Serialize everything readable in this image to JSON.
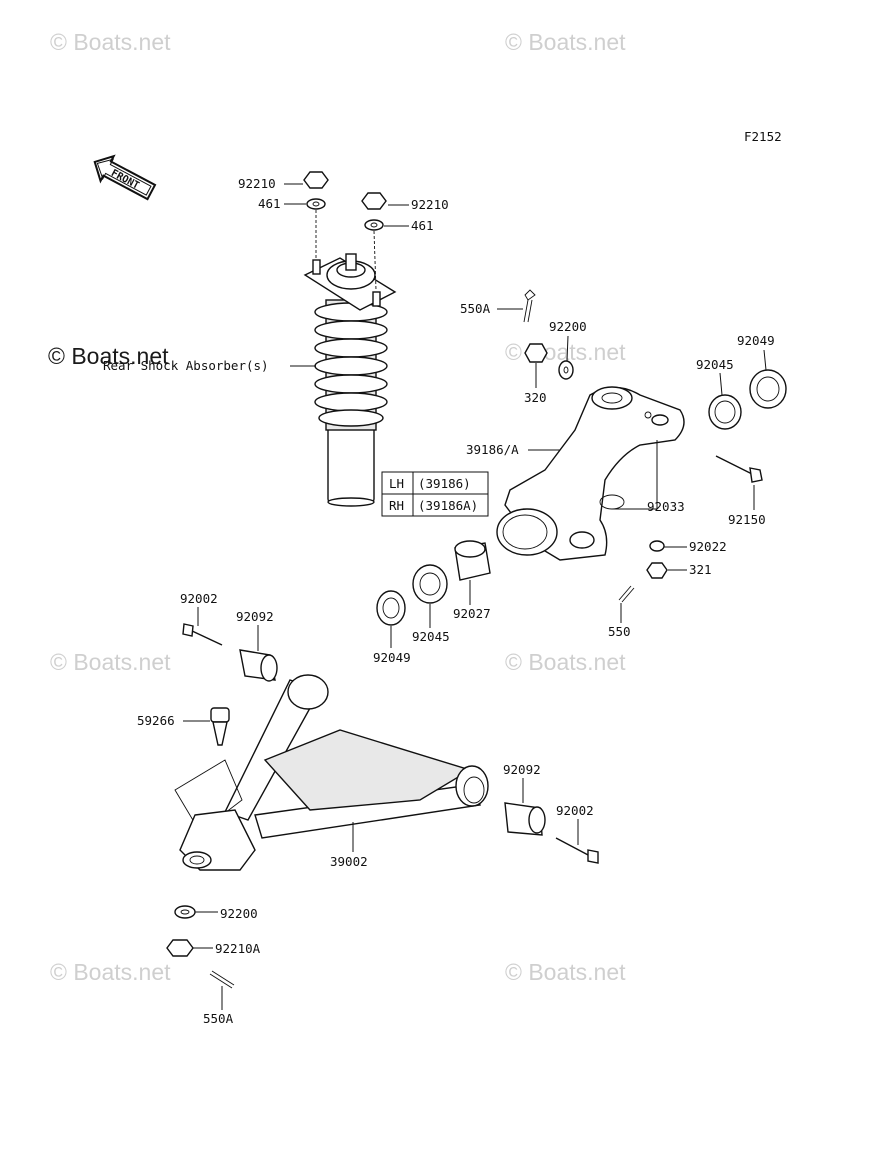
{
  "diagram_code": "F2152",
  "watermarks": [
    "© Boats.net",
    "© Boats.net",
    "© Boats.net",
    "© Boats.net",
    "© Boats.net",
    "© Boats.net",
    "© Boats.net",
    "© Boats.net"
  ],
  "front_arrow": "FRONT",
  "shock_label": "Rear Shock Absorber(s)",
  "lh_rh_table": {
    "rows": [
      {
        "side": "LH",
        "part": "(39186)"
      },
      {
        "side": "RH",
        "part": "(39186A)"
      }
    ]
  },
  "labels": {
    "p92210_a": "92210",
    "p461_a": "461",
    "p92210_b": "92210",
    "p461_b": "461",
    "p550A_top": "550A",
    "p92200_top": "92200",
    "p320": "320",
    "p92049_r": "92049",
    "p92045_r": "92045",
    "p39186": "39186/A",
    "p92033": "92033",
    "p92150": "92150",
    "p92022": "92022",
    "p321": "321",
    "p550": "550",
    "p92027": "92027",
    "p92045_l": "92045",
    "p92049_l": "92049",
    "p92002_l": "92002",
    "p92092_l": "92092",
    "p59266": "59266",
    "p92092_r": "92092",
    "p92002_r": "92002",
    "p39002": "39002",
    "p92200_bot": "92200",
    "p92210A": "92210A",
    "p550A_bot": "550A"
  }
}
